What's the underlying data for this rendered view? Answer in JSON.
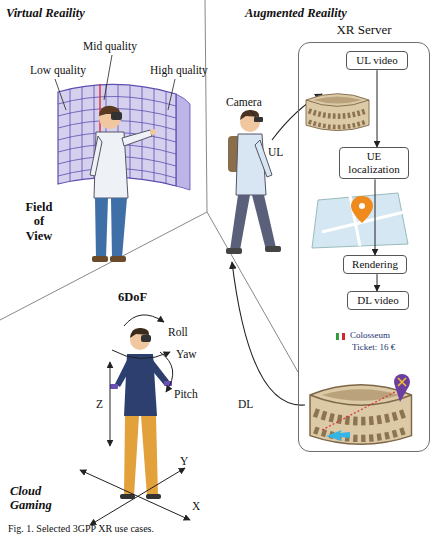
{
  "diagram": {
    "caption": "Fig. 1. Selected 3GPP XR use cases.",
    "nodes": [
      {
        "text": [
          "XR Server"
        ]
      },
      {
        "text": [
          "UL video"
        ],
        "in": 0
      },
      {
        "text": [
          "UE localization"
        ],
        "in": 0
      },
      {
        "text": [
          "Rendering"
        ],
        "in": 0
      },
      {
        "text": [
          "DL video"
        ],
        "in": 0
      }
    ],
    "edges": [
      {
        "from": 1,
        "to": 2,
        "arrow": "to"
      },
      {
        "from": 2,
        "to": 3,
        "arrow": "to"
      },
      {
        "from": 3,
        "to": 4,
        "arrow": "to"
      }
    ],
    "labels": [
      "Virtual Reaility",
      "Augmented Reaility",
      "Low quality",
      "Mid quality",
      "High quality",
      "Field of View",
      "Camera",
      "UL",
      "DL",
      "Colosseum",
      "Ticket: 16 €",
      "6DoF",
      "Roll",
      "Yaw",
      "Pitch",
      "Z",
      "Y",
      "X",
      "Cloud Gaming"
    ]
  }
}
